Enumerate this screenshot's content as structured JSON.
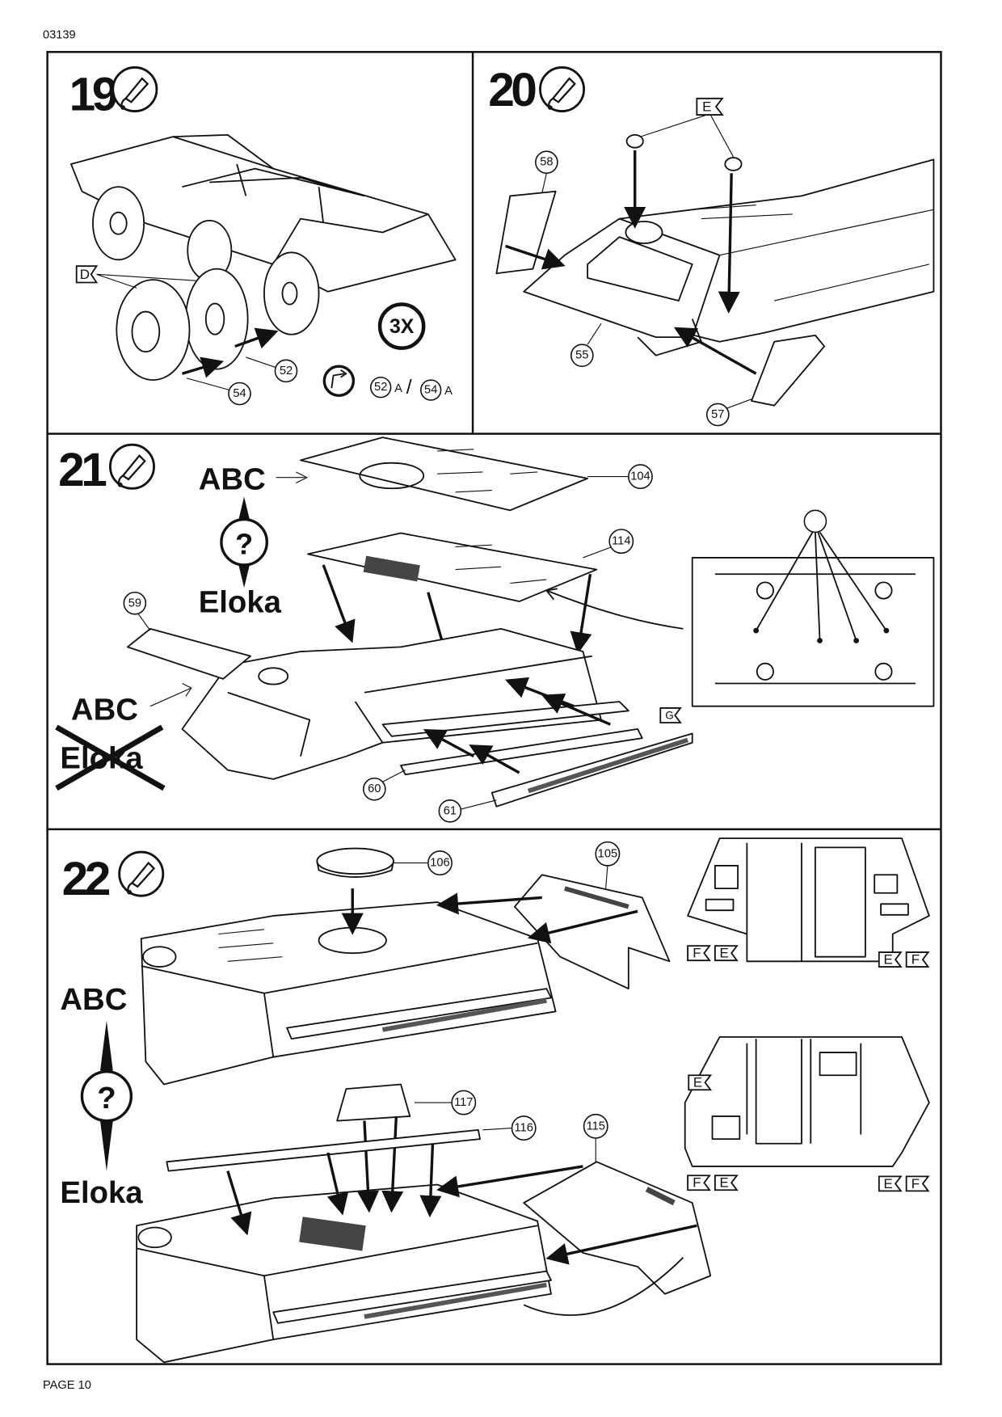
{
  "header": {
    "code": "03139"
  },
  "footer": {
    "page": "PAGE 10"
  },
  "icons": {
    "glue": "glue-tube-icon",
    "rotate": "rotate-part-icon",
    "question": "question-mark-icon"
  },
  "steps": [
    {
      "number": "19",
      "multiplier": "3X",
      "parts": [
        "52",
        "54"
      ],
      "flag": "D",
      "options": [
        "52",
        "A",
        "/",
        "54",
        "A"
      ]
    },
    {
      "number": "20",
      "parts": [
        "58",
        "55",
        "57"
      ],
      "flag": "E"
    },
    {
      "number": "21",
      "parts": [
        "104",
        "114",
        "59",
        "60",
        "61"
      ],
      "flag": "G",
      "variant_a": "ABC",
      "variant_b": "Eloka",
      "question": "?"
    },
    {
      "number": "22",
      "parts": [
        "106",
        "105",
        "117",
        "116",
        "115"
      ],
      "variant_a": "ABC",
      "variant_b": "Eloka",
      "question": "?",
      "flags": [
        "F",
        "E",
        "E",
        "F",
        "E",
        "F",
        "E",
        "E",
        "F"
      ]
    }
  ]
}
